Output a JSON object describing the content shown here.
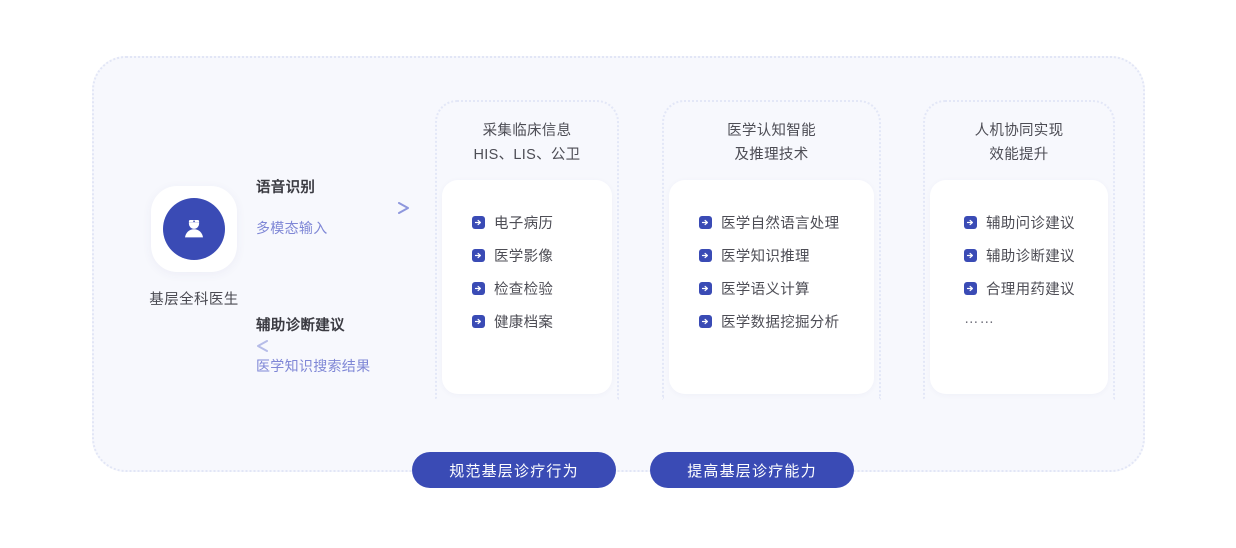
{
  "actor": {
    "label": "基层全科医生",
    "icon": "doctor-avatar-icon"
  },
  "flows": [
    {
      "id": "forward",
      "title": "语音识别",
      "subtitle": "多模态输入",
      "direction": "right",
      "icon": "arrow-right-icon"
    },
    {
      "id": "return",
      "title": "辅助诊断建议",
      "subtitle": "医学知识搜索结果",
      "direction": "left",
      "icon": "arrow-left-icon"
    }
  ],
  "columns": [
    {
      "heading_line1": "采集临床信息",
      "heading_line2": "HIS、LIS、公卫",
      "items": [
        "电子病历",
        "医学影像",
        "检查检验",
        "健康档案"
      ],
      "ellipsis": ""
    },
    {
      "heading_line1": "医学认知智能",
      "heading_line2": "及推理技术",
      "items": [
        "医学自然语言处理",
        "医学知识推理",
        "医学语义计算",
        "医学数据挖掘分析"
      ],
      "ellipsis": ""
    },
    {
      "heading_line1": "人机协同实现",
      "heading_line2": "效能提升",
      "items": [
        "辅助问诊建议",
        "辅助诊断建议",
        "合理用药建议"
      ],
      "ellipsis": "……"
    }
  ],
  "pills": [
    {
      "label": "规范基层诊疗行为"
    },
    {
      "label": "提高基层诊疗能力"
    }
  ],
  "colors": {
    "brand_blue": "#3a4bb5",
    "panel_bg": "#f7f8fd",
    "dotted_border": "#e3e7f7",
    "accent_text": "#7f87d6",
    "body_text": "#4d4d55"
  }
}
